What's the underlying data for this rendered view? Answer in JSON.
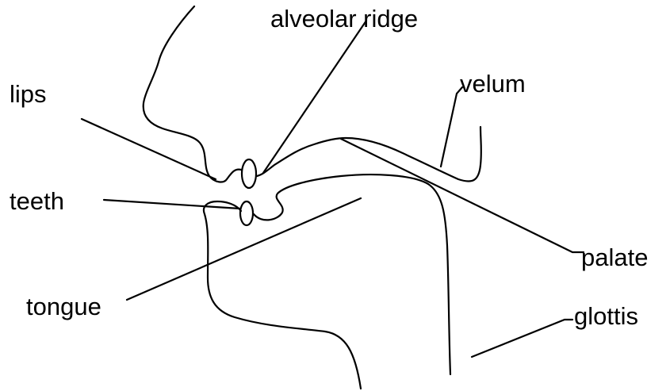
{
  "labels": {
    "alveolar_ridge": "alveolar ridge",
    "lips": "lips",
    "velum": "velum",
    "teeth": "teeth",
    "palate": "palate",
    "tongue": "tongue",
    "glottis": "glottis"
  },
  "colors": {
    "line": "#000000",
    "background": "#ffffff"
  }
}
